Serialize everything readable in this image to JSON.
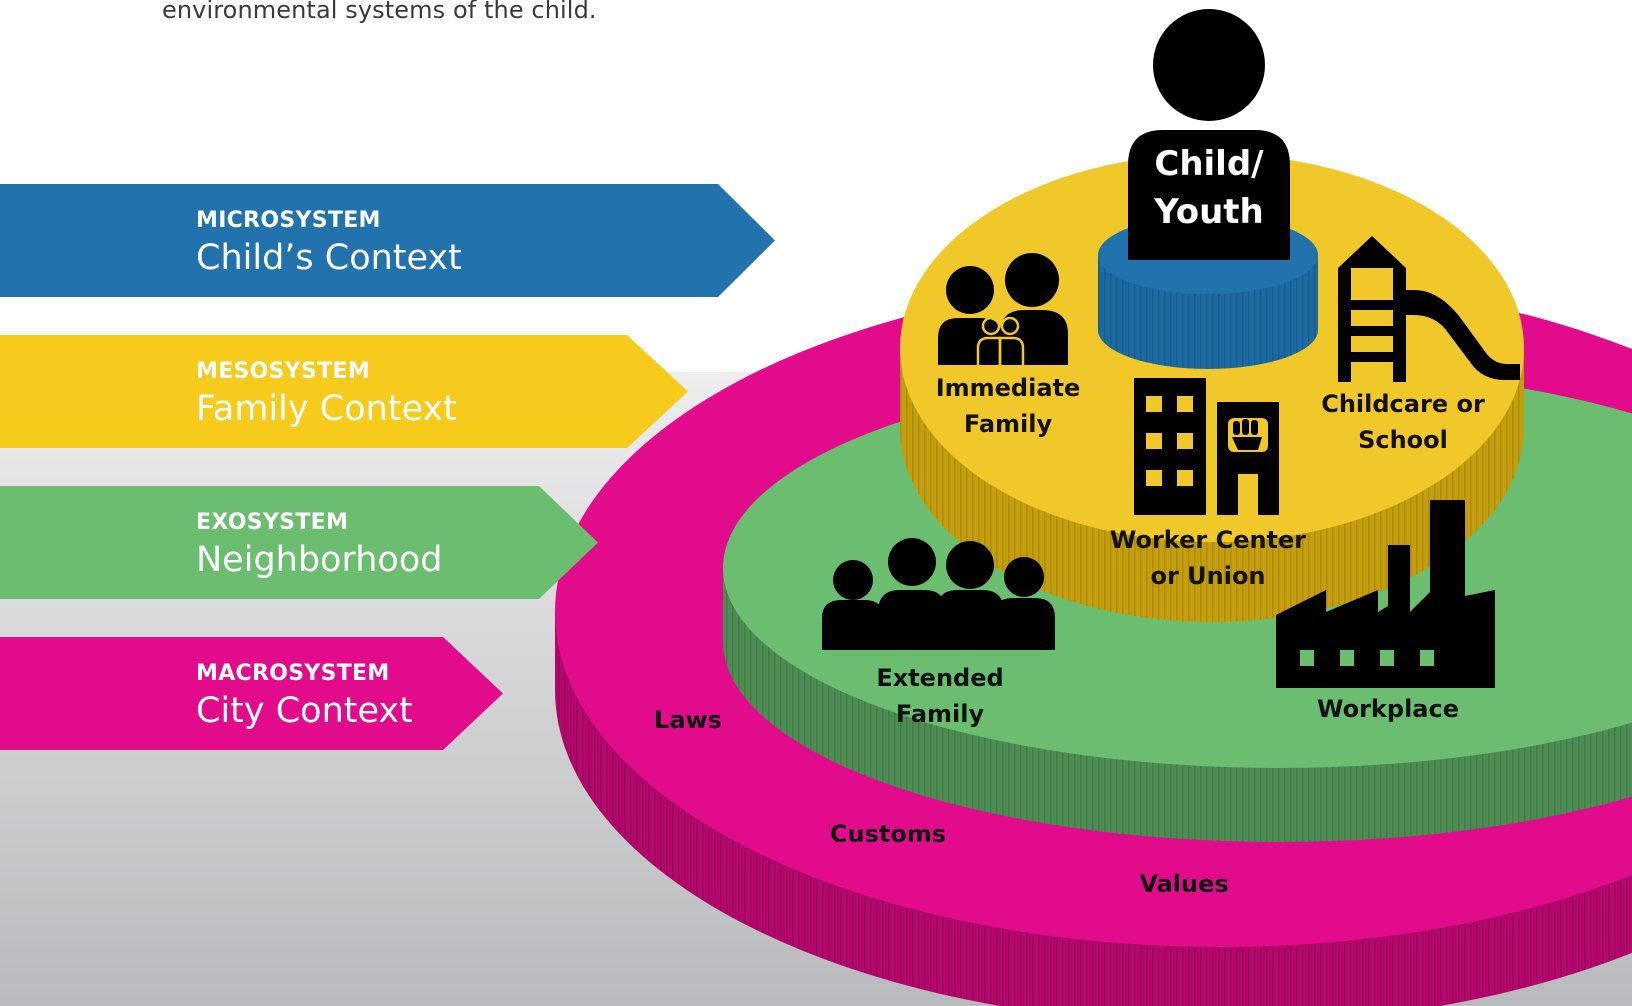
{
  "intro_text": "environmental systems of the child.",
  "colors": {
    "micro": "#2172ad",
    "meso": "#f7cb1b",
    "exo": "#6bbd70",
    "macro": "#e20b8c",
    "icon": "#000000"
  },
  "systems": [
    {
      "system": "MICROSYSTEM",
      "context": "Child’s Context"
    },
    {
      "system": "MESOSYSTEM",
      "context": "Family Context"
    },
    {
      "system": "EXOSYSTEM",
      "context": "Neighborhood"
    },
    {
      "system": "MACROSYSTEM",
      "context": "City Context"
    }
  ],
  "center": {
    "line1": "Child/",
    "line2": "Youth"
  },
  "meso_items": {
    "immediate_family": {
      "line1": "Immediate",
      "line2": "Family"
    },
    "childcare": {
      "line1": "Childcare or",
      "line2": "School"
    },
    "worker_center": {
      "line1": "Worker Center",
      "line2": "or Union"
    }
  },
  "exo_items": {
    "extended_family": {
      "line1": "Extended",
      "line2": "Family"
    },
    "workplace": "Workplace"
  },
  "macro_items": {
    "laws": "Laws",
    "customs": "Customs",
    "values": "Values"
  },
  "icons": [
    "child-person-icon",
    "family-icon",
    "playground-slide-icon",
    "buildings-fist-icon",
    "group-people-icon",
    "factory-icon"
  ]
}
